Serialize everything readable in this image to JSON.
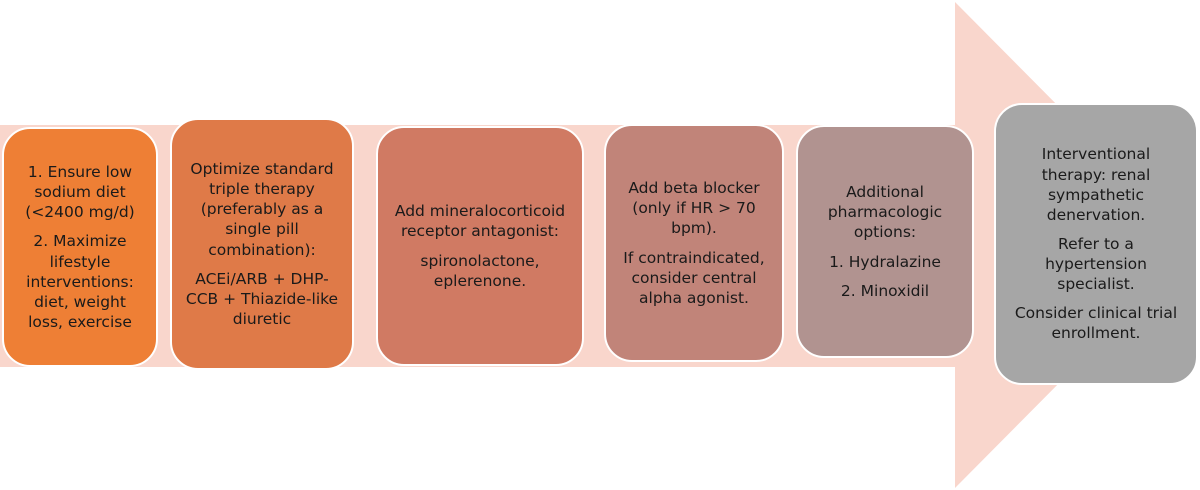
{
  "colors": {
    "arrow": "#f9d6cc",
    "background": "#ffffff"
  },
  "steps": [
    {
      "color": "#ee7f35",
      "paragraphs": [
        "1. Ensure low sodium diet (<2400 mg/d)",
        "2. Maximize lifestyle interventions: diet, weight loss, exercise"
      ]
    },
    {
      "color": "#df7a48",
      "paragraphs": [
        "Optimize standard triple therapy (preferably as a single pill combination):",
        "ACEi/ARB + DHP-CCB + Thiazide-like diuretic"
      ]
    },
    {
      "color": "#d07a63",
      "paragraphs": [
        "Add mineralocorticoid receptor antagonist:",
        "spironolactone, eplerenone."
      ]
    },
    {
      "color": "#c18479",
      "paragraphs": [
        "Add beta blocker (only if HR > 70 bpm).",
        "If contraindicated, consider central alpha agonist."
      ]
    },
    {
      "color": "#b19390",
      "paragraphs": [
        "Additional pharmacologic options:",
        "1. Hydralazine",
        "2. Minoxidil"
      ]
    },
    {
      "color": "#a6a6a6",
      "paragraphs": [
        "Interventional therapy: renal sympathetic denervation.",
        "Refer to a hypertension specialist.",
        "Consider clinical trial enrollment."
      ]
    }
  ]
}
